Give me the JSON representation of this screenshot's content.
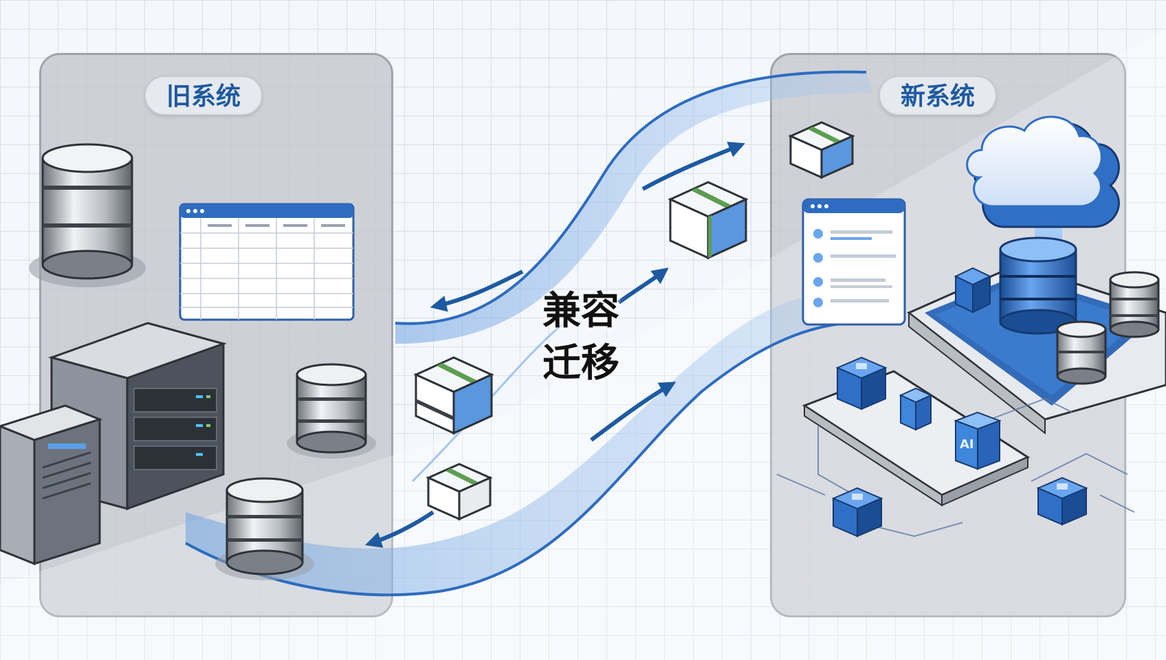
{
  "old_system": {
    "title": "旧系统"
  },
  "new_system": {
    "title": "新系统"
  },
  "center": {
    "line1": "兼容",
    "line2": "迁移"
  },
  "chip": {
    "label": "AI"
  },
  "colors": {
    "accent_blue": "#1d5aa1",
    "flow_blue": "#5b95dc",
    "panel_gray": "#c4c7cd",
    "tape_green": "#5c9e50"
  }
}
